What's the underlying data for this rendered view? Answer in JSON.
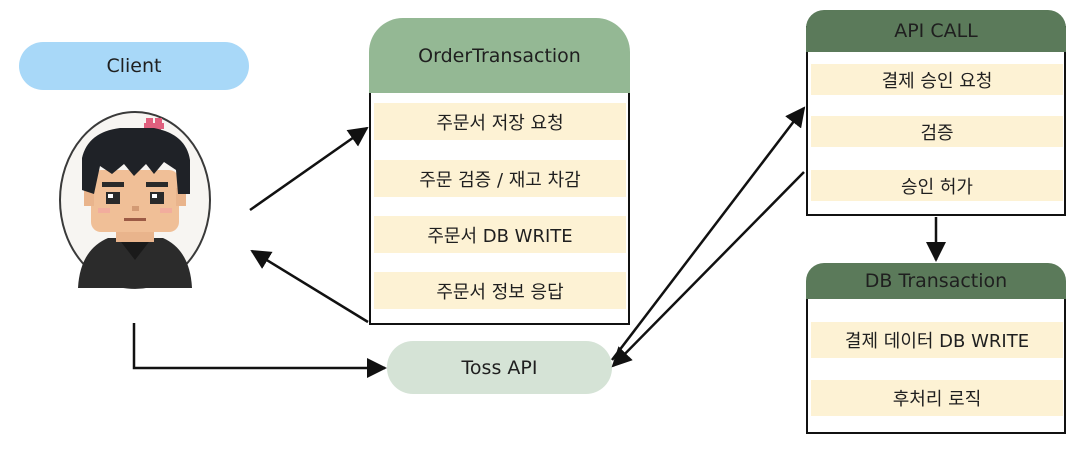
{
  "client": {
    "label": "Client"
  },
  "order_transaction": {
    "title": "OrderTransaction",
    "steps": [
      "주문서 저장 요청",
      "주문 검증 / 재고 차감",
      "주문서 DB WRITE",
      "주문서 정보 응답"
    ]
  },
  "toss_api": {
    "label": "Toss API"
  },
  "api_call": {
    "title": "API CALL",
    "steps": [
      "결제 승인 요청",
      "검증",
      "승인 허가"
    ]
  },
  "db_transaction": {
    "title": "DB Transaction",
    "steps": [
      "결제 데이터 DB WRITE",
      "후처리 로직"
    ]
  },
  "colors": {
    "client_pill": "#a8d8f8",
    "order_header": "#94b894",
    "api_header": "#5b7a5a",
    "toss_pill": "#d5e3d6",
    "step_fill": "#fdf2d4",
    "arrow": "#111111"
  }
}
